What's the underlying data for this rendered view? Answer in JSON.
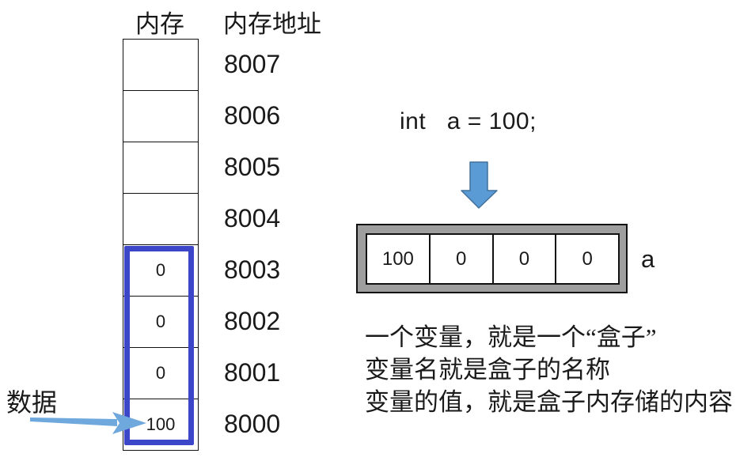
{
  "left_panel": {
    "memory_label": "内存",
    "address_label": "内存地址",
    "data_label": "数据",
    "cells": [
      {
        "address": "8007",
        "value": ""
      },
      {
        "address": "8006",
        "value": ""
      },
      {
        "address": "8005",
        "value": ""
      },
      {
        "address": "8004",
        "value": ""
      },
      {
        "address": "8003",
        "value": "0"
      },
      {
        "address": "8002",
        "value": "0"
      },
      {
        "address": "8001",
        "value": "0"
      },
      {
        "address": "8000",
        "value": "100"
      }
    ]
  },
  "right_panel": {
    "code": "int   a = 100;",
    "variable_name": "a",
    "box_cells": [
      "100",
      "0",
      "0",
      "0"
    ],
    "caption_lines": [
      "一个变量，就是一个“盒子”",
      "变量名就是盒子的名称",
      "变量的值，就是盒子内存储的内容"
    ]
  },
  "colors": {
    "highlight_blue": "#3B46C8",
    "arrow_blue": "#5B9BD5",
    "arrow_blue_border": "#41719C",
    "pointer_blue": "#6FA8DC",
    "frame_gray": "#9E9E9E"
  }
}
